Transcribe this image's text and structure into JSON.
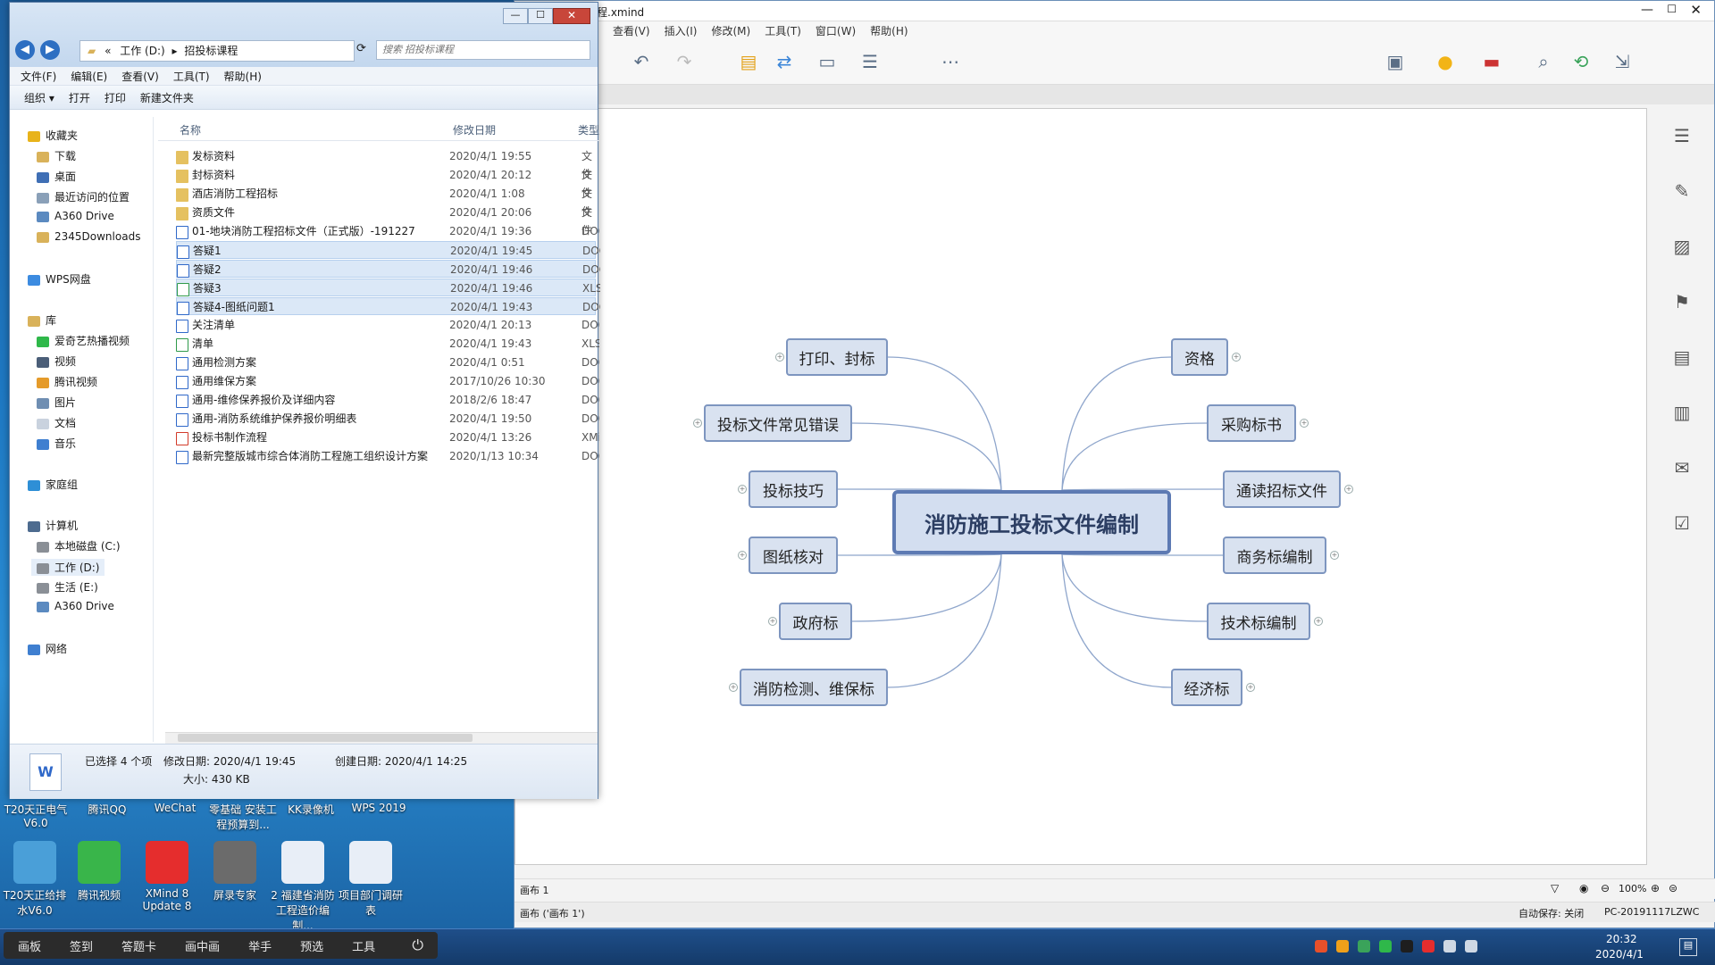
{
  "desktop": {
    "top_labels": [
      {
        "text": "T20天正电气 V6.0"
      },
      {
        "text": "腾讯QQ"
      },
      {
        "text": "WeChat"
      },
      {
        "text": "零基础 安装工程预算到..."
      },
      {
        "text": "KK录像机"
      },
      {
        "text": "WPS 2019"
      }
    ],
    "icons": [
      {
        "label": "T20天正给排水V6.0",
        "color": "#4a9fd8"
      },
      {
        "label": "腾讯视频",
        "color": "#39b54a"
      },
      {
        "label": "XMind 8 Update 8",
        "color": "#e52d2d"
      },
      {
        "label": "屏录专家",
        "color": "#6b6b6b"
      },
      {
        "label": "2 福建省消防工程造价编制...",
        "color": "#e8eef7"
      },
      {
        "label": "项目部门调研表",
        "color": "#e8eef7"
      }
    ]
  },
  "float_toolbar": {
    "items": [
      "画板",
      "签到",
      "答题卡",
      "画中画",
      "举手",
      "预选",
      "工具"
    ]
  },
  "taskbar": {
    "time": "20:32",
    "date": "2020/4/1"
  },
  "xmind": {
    "title": "程.xmind",
    "menu": [
      "查看(V)",
      "插入(I)",
      "修改(M)",
      "工具(T)",
      "窗口(W)",
      "帮助(H)"
    ],
    "central": "消防施工投标文件编制",
    "left_nodes": [
      "打印、封标",
      "投标文件常见错误",
      "投标技巧",
      "图纸核对",
      "政府标",
      "消防检测、维保标"
    ],
    "right_nodes": [
      "资格",
      "采购标书",
      "通读招标文件",
      "商务标编制",
      "技术标编制",
      "经济标"
    ],
    "sheet_tab": "画布 1",
    "status_sheet": "画布 ('画布 1')",
    "zoom": "100%",
    "autosave": "自动保存: 关闭",
    "computer": "PC-20191117LZWC"
  },
  "explorer": {
    "breadcrumb": [
      "«",
      "工作 (D:)",
      "招投标课程"
    ],
    "search_placeholder": "搜索 招投标课程",
    "menu": [
      "文件(F)",
      "编辑(E)",
      "查看(V)",
      "工具(T)",
      "帮助(H)"
    ],
    "commands": [
      "组织 ▾",
      "打开",
      "打印",
      "新建文件夹"
    ],
    "columns": {
      "name": "名称",
      "date": "修改日期",
      "type": "类型"
    },
    "nav": [
      {
        "label": "收藏夹",
        "color": "#e8b31a"
      },
      {
        "label": "下载",
        "color": "#d9b25a"
      },
      {
        "label": "桌面",
        "color": "#3f6fb5"
      },
      {
        "label": "最近访问的位置",
        "color": "#8aa0b8"
      },
      {
        "label": "A360 Drive",
        "color": "#5b8ac0"
      },
      {
        "label": "2345Downloads",
        "color": "#d9b25a"
      },
      {
        "label": "WPS网盘",
        "color": "#3c8be0"
      },
      {
        "label": "库",
        "color": "#d9b25a"
      },
      {
        "label": "爱奇艺热播视频",
        "color": "#2fb84a"
      },
      {
        "label": "视频",
        "color": "#4b5e78"
      },
      {
        "label": "腾讯视频",
        "color": "#e59b2a"
      },
      {
        "label": "图片",
        "color": "#6f8eb2"
      },
      {
        "label": "文档",
        "color": "#c9d2de"
      },
      {
        "label": "音乐",
        "color": "#3f7fd0"
      },
      {
        "label": "家庭组",
        "color": "#2e8fd6"
      },
      {
        "label": "计算机",
        "color": "#4d6b8f"
      },
      {
        "label": "本地磁盘 (C:)",
        "color": "#8a8f96"
      },
      {
        "label": "工作 (D:)",
        "color": "#8a8f96"
      },
      {
        "label": "生活 (E:)",
        "color": "#8a8f96"
      },
      {
        "label": "A360 Drive",
        "color": "#5b8ac0"
      },
      {
        "label": "网络",
        "color": "#3f7fd0"
      }
    ],
    "files": [
      {
        "name": "发标资料",
        "date": "2020/4/1 19:55",
        "type": "文件",
        "kind": "folder",
        "selected": false
      },
      {
        "name": "封标资料",
        "date": "2020/4/1 20:12",
        "type": "文件",
        "kind": "folder",
        "selected": false
      },
      {
        "name": "酒店消防工程招标",
        "date": "2020/4/1 1:08",
        "type": "文件",
        "kind": "folder",
        "selected": false
      },
      {
        "name": "资质文件",
        "date": "2020/4/1 20:06",
        "type": "文件",
        "kind": "folder",
        "selected": false
      },
      {
        "name": "01-地块消防工程招标文件（正式版）-191227",
        "date": "2020/4/1 19:36",
        "type": "DOC",
        "kind": "doc",
        "selected": false
      },
      {
        "name": "答疑1",
        "date": "2020/4/1 19:45",
        "type": "DOC",
        "kind": "doc",
        "selected": true
      },
      {
        "name": "答疑2",
        "date": "2020/4/1 19:46",
        "type": "DOC",
        "kind": "doc",
        "selected": true
      },
      {
        "name": "答疑3",
        "date": "2020/4/1 19:46",
        "type": "XLSX",
        "kind": "xls",
        "selected": true
      },
      {
        "name": "答疑4-图纸问题1",
        "date": "2020/4/1 19:43",
        "type": "DOC",
        "kind": "doc",
        "selected": true
      },
      {
        "name": "关注清单",
        "date": "2020/4/1 20:13",
        "type": "DOC",
        "kind": "doc",
        "selected": false
      },
      {
        "name": "清单",
        "date": "2020/4/1 19:43",
        "type": "XLS",
        "kind": "xls",
        "selected": false
      },
      {
        "name": "通用检测方案",
        "date": "2020/4/1 0:51",
        "type": "DOC",
        "kind": "doc",
        "selected": false
      },
      {
        "name": "通用维保方案",
        "date": "2017/10/26 10:30",
        "type": "DOC",
        "kind": "doc",
        "selected": false
      },
      {
        "name": "通用-维修保养报价及详细内容",
        "date": "2018/2/6 18:47",
        "type": "DOC",
        "kind": "doc",
        "selected": false
      },
      {
        "name": "通用-消防系统维护保养报价明细表",
        "date": "2020/4/1 19:50",
        "type": "DOC",
        "kind": "doc",
        "selected": false
      },
      {
        "name": "投标书制作流程",
        "date": "2020/4/1 13:26",
        "type": "XMi",
        "kind": "xmind",
        "selected": false
      },
      {
        "name": "最新完整版城市综合体消防工程施工组织设计方案",
        "date": "2020/1/13 10:34",
        "type": "DOC",
        "kind": "doc",
        "selected": false
      }
    ],
    "details": {
      "selected": "已选择 4 个项",
      "modified": "修改日期: 2020/4/1 19:45",
      "created": "创建日期: 2020/4/1 14:25",
      "size": "大小: 430 KB"
    }
  },
  "colors": {
    "node_fill": "#d9e2f0",
    "node_border": "#7d95bf",
    "central_border": "#5d7ab3",
    "connector": "#8fa6cc",
    "selection": "#dbe8f7"
  }
}
